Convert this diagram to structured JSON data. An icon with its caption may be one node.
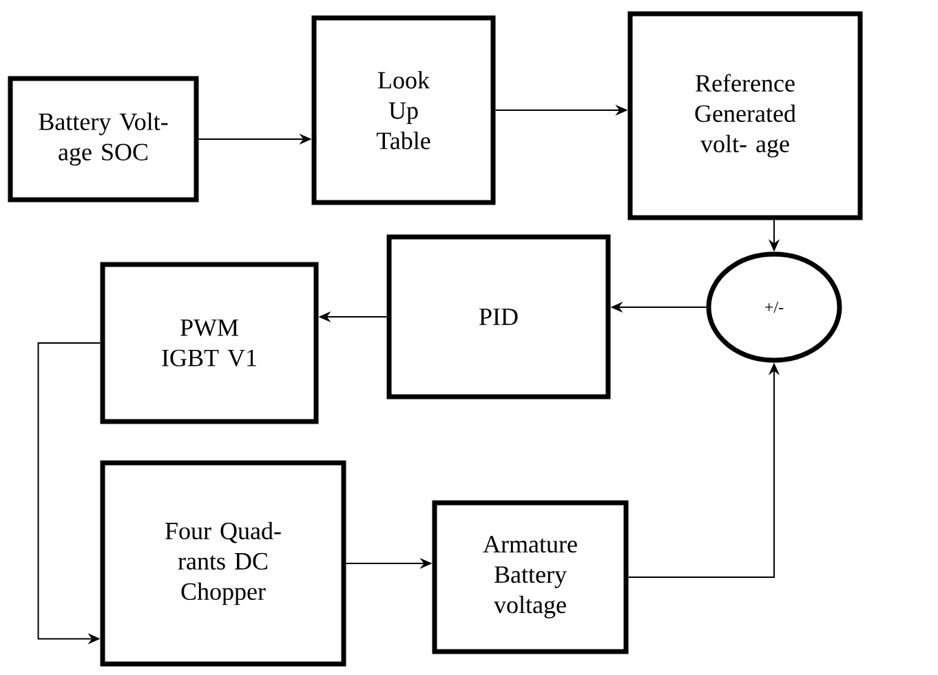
{
  "diagram": {
    "nodes": [
      {
        "text": [
          "Battery Volt- age SOC"
        ]
      },
      {
        "text": [
          "Look Up Table"
        ]
      },
      {
        "text": [
          "Reference Generated volt- age"
        ]
      },
      {
        "text": [
          "+/-"
        ]
      },
      {
        "text": [
          "PID"
        ]
      },
      {
        "text": [
          "PWM IGBT V1"
        ]
      },
      {
        "text": [
          "Four Quad- rants DC Chopper"
        ]
      },
      {
        "text": [
          "Armature Battery voltage"
        ]
      }
    ],
    "edges": [
      {
        "from": 0,
        "to": 1,
        "arrow": "to"
      },
      {
        "from": 1,
        "to": 2,
        "arrow": "to"
      },
      {
        "from": 2,
        "to": 3,
        "arrow": "to"
      },
      {
        "from": 3,
        "to": 4,
        "arrow": "to"
      },
      {
        "from": 4,
        "to": 5,
        "arrow": "to"
      },
      {
        "from": 5,
        "to": 6,
        "arrow": "to"
      },
      {
        "from": 6,
        "to": 7,
        "arrow": "to"
      },
      {
        "from": 7,
        "to": 3,
        "arrow": "to"
      }
    ]
  }
}
